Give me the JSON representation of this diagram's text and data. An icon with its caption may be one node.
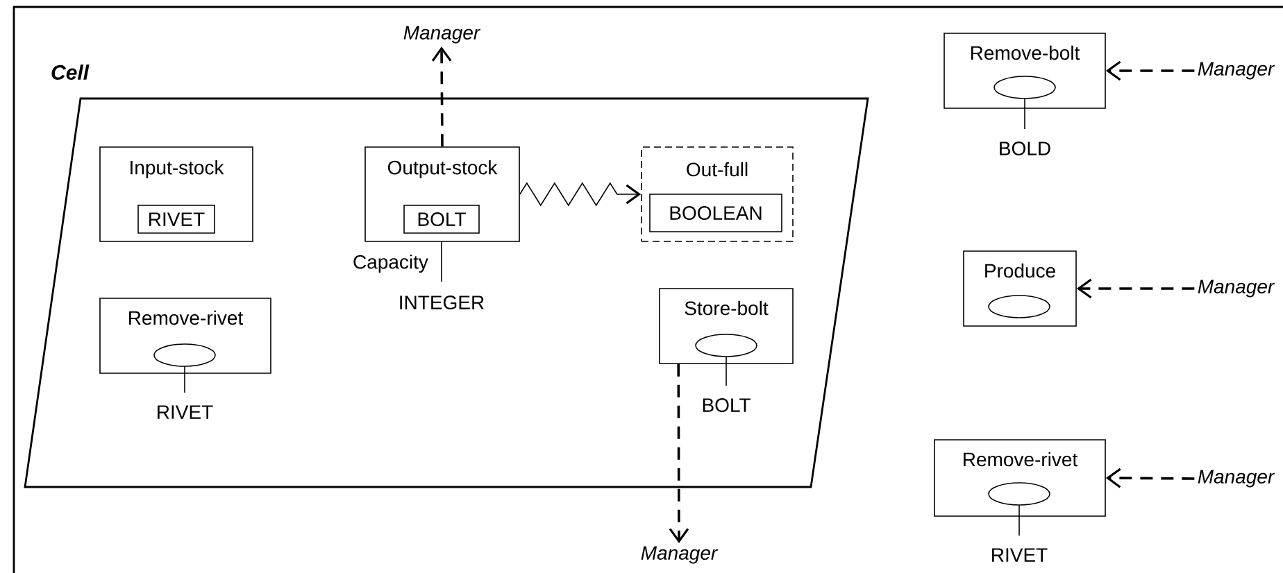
{
  "diagram": {
    "nodes": [
      {
        "text": [
          "Cell"
        ]
      },
      {
        "text": [
          "Input-stock"
        ],
        "in": 0
      },
      {
        "text": [
          "RIVET"
        ],
        "in": 1
      },
      {
        "text": [
          "Output-stock"
        ],
        "in": 0,
        "beside": [
          "Capacity",
          "INTEGER"
        ]
      },
      {
        "text": [
          "BOLT"
        ],
        "in": 3
      },
      {
        "text": [
          "Out-full"
        ],
        "in": 0
      },
      {
        "text": [
          "BOOLEAN"
        ],
        "in": 5
      },
      {
        "text": [
          "Remove-rivet"
        ],
        "in": 0,
        "beside": [
          "RIVET"
        ]
      },
      {
        "text": [
          "Store-bolt"
        ],
        "in": 0,
        "beside": [
          "BOLT"
        ]
      },
      {
        "text": [
          "Remove-bolt"
        ],
        "beside": [
          "BOLD"
        ]
      },
      {
        "text": [
          "Produce"
        ]
      },
      {
        "text": [
          "Remove-rivet"
        ],
        "beside": [
          "RIVET"
        ]
      },
      {
        "text": [
          "Manager"
        ]
      },
      {
        "text": [
          "Manager"
        ]
      },
      {
        "text": [
          "Manager"
        ]
      },
      {
        "text": [
          "Manager"
        ]
      },
      {
        "text": [
          "Manager"
        ]
      }
    ],
    "edges": [
      {
        "from": 3,
        "to": 12,
        "arrow": "to",
        "style": "dashed"
      },
      {
        "from": 8,
        "to": 13,
        "arrow": "to",
        "style": "dashed"
      },
      {
        "from": 14,
        "to": 9,
        "arrow": "to",
        "style": "dashed"
      },
      {
        "from": 15,
        "to": 10,
        "arrow": "to",
        "style": "dashed"
      },
      {
        "from": 16,
        "to": 11,
        "arrow": "to",
        "style": "dashed"
      },
      {
        "from": 3,
        "to": 5,
        "arrow": "to"
      }
    ]
  }
}
